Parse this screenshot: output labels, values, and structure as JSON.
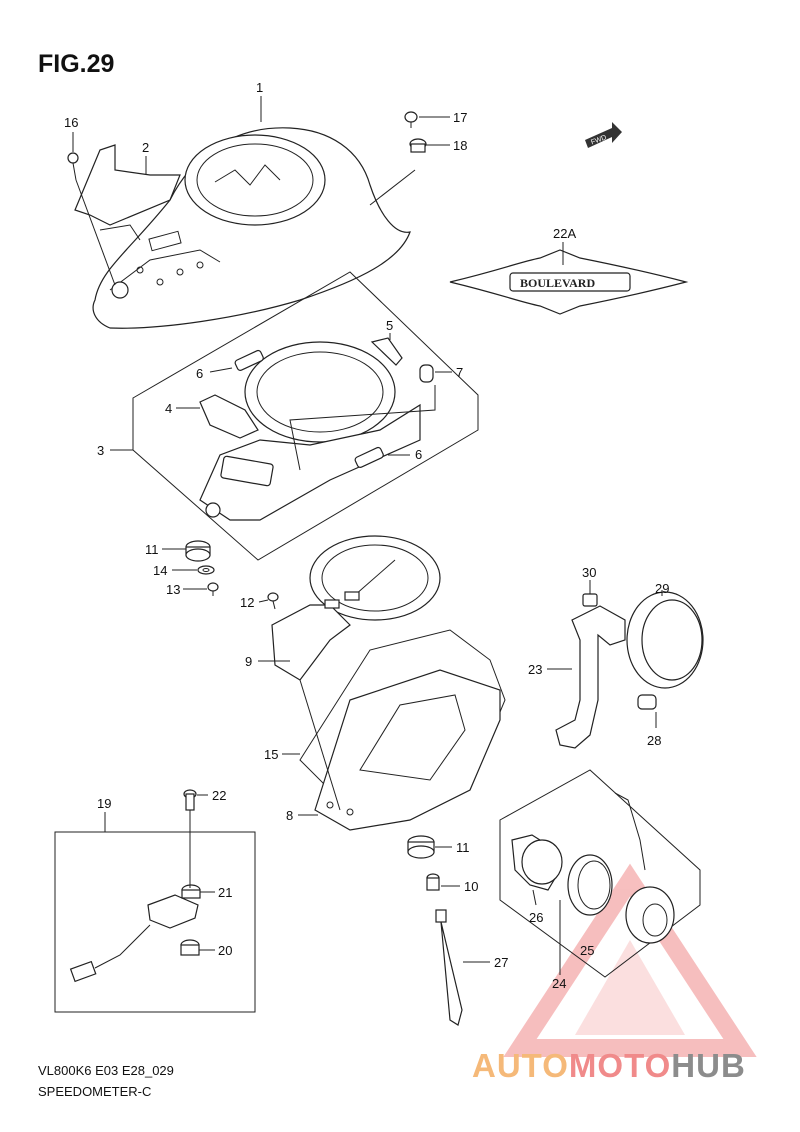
{
  "figure": {
    "title": "FIG.29",
    "model_code": "VL800K6 E03 E28_029",
    "assembly_name": "SPEEDOMETER-C"
  },
  "callouts": {
    "p1": "1",
    "p2": "2",
    "p3": "3",
    "p4": "4",
    "p5": "5",
    "p6a": "6",
    "p6b": "6",
    "p7": "7",
    "p8": "8",
    "p9": "9",
    "p10": "10",
    "p11a": "11",
    "p11b": "11",
    "p12": "12",
    "p13": "13",
    "p14": "14",
    "p15": "15",
    "p16": "16",
    "p17": "17",
    "p18": "18",
    "p19": "19",
    "p20": "20",
    "p21": "21",
    "p22": "22",
    "p22a": "22A",
    "p23": "23",
    "p24": "24",
    "p25": "25",
    "p26": "26",
    "p27": "27",
    "p28": "28",
    "p29": "29",
    "p30": "30"
  },
  "emblem_text": "BOULEVARD",
  "direction_marker": "FWD",
  "watermark": {
    "part1": "AUTO",
    "part2": "MOTO",
    "part3": "HUB",
    "colors": {
      "auto": "#f5b979",
      "moto": "#f08a8a",
      "hub": "#8c8c8c",
      "triangle": "#f08a8a"
    }
  }
}
